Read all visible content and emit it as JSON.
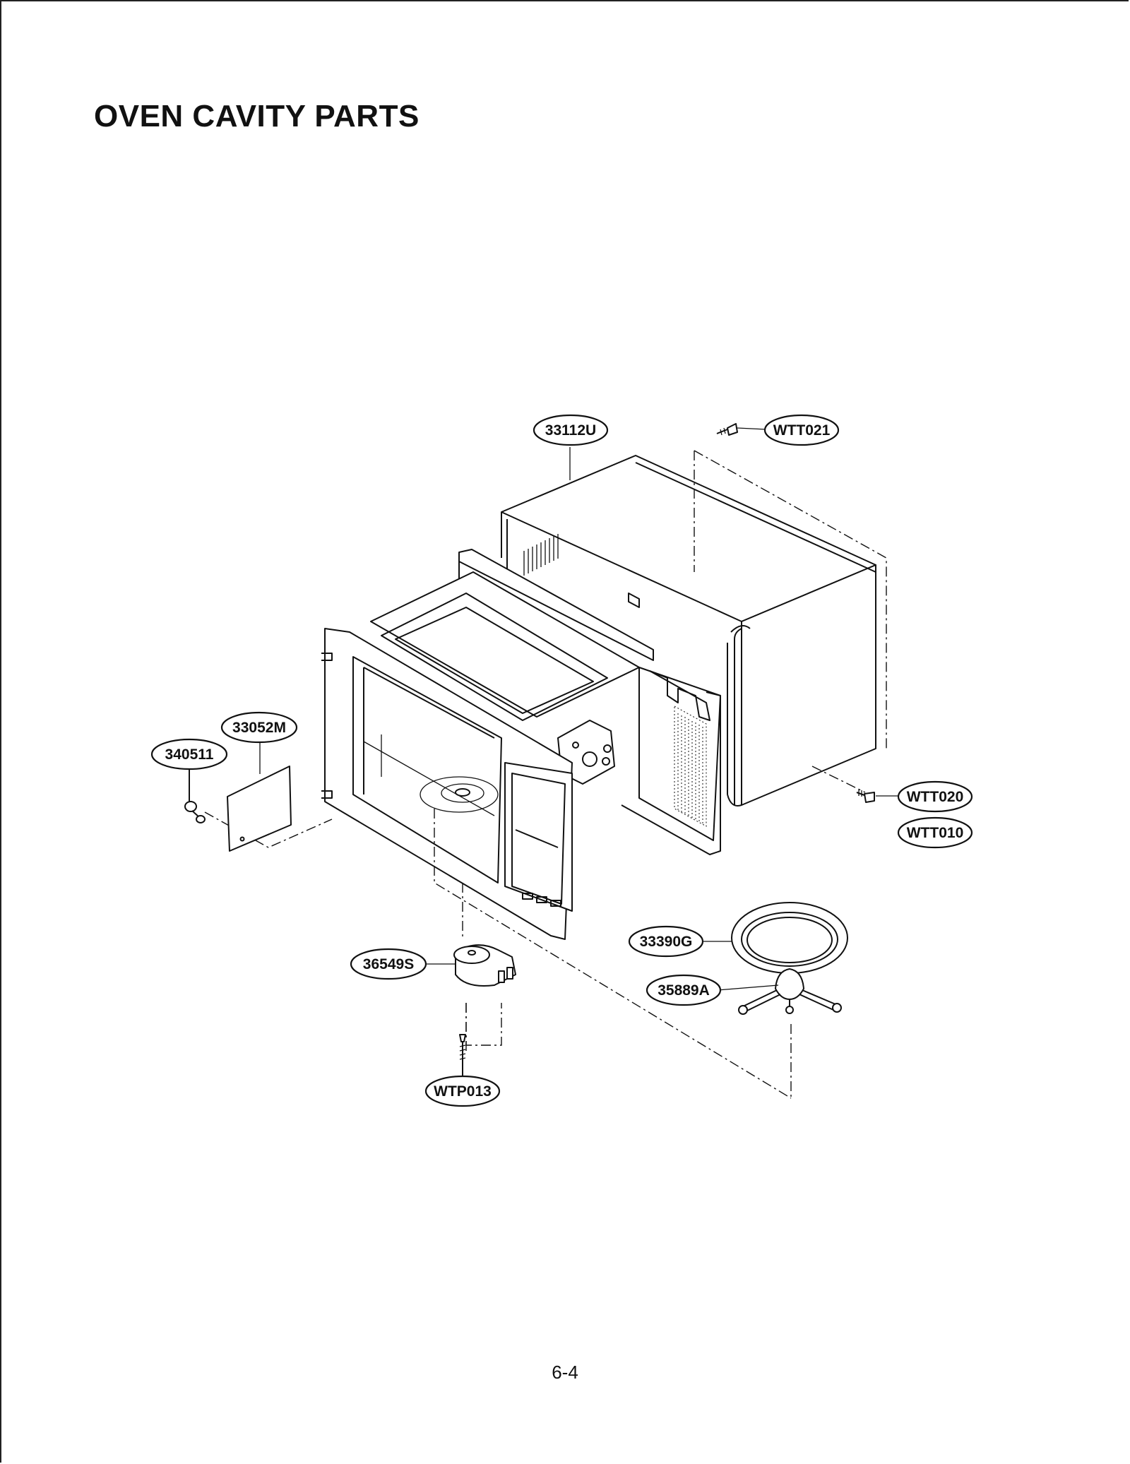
{
  "title": "OVEN CAVITY PARTS",
  "page_number": "6-4",
  "callouts": {
    "outer_case": "33112U",
    "screw_top": "WTT021",
    "screw_rear_a": "WTT020",
    "screw_rear_b": "WTT010",
    "cover_plate": "33052M",
    "fastener": "340511",
    "motor": "36549S",
    "screw_motor": "WTP013",
    "tray_glass": "33390G",
    "tray_coupler": "35889A"
  }
}
